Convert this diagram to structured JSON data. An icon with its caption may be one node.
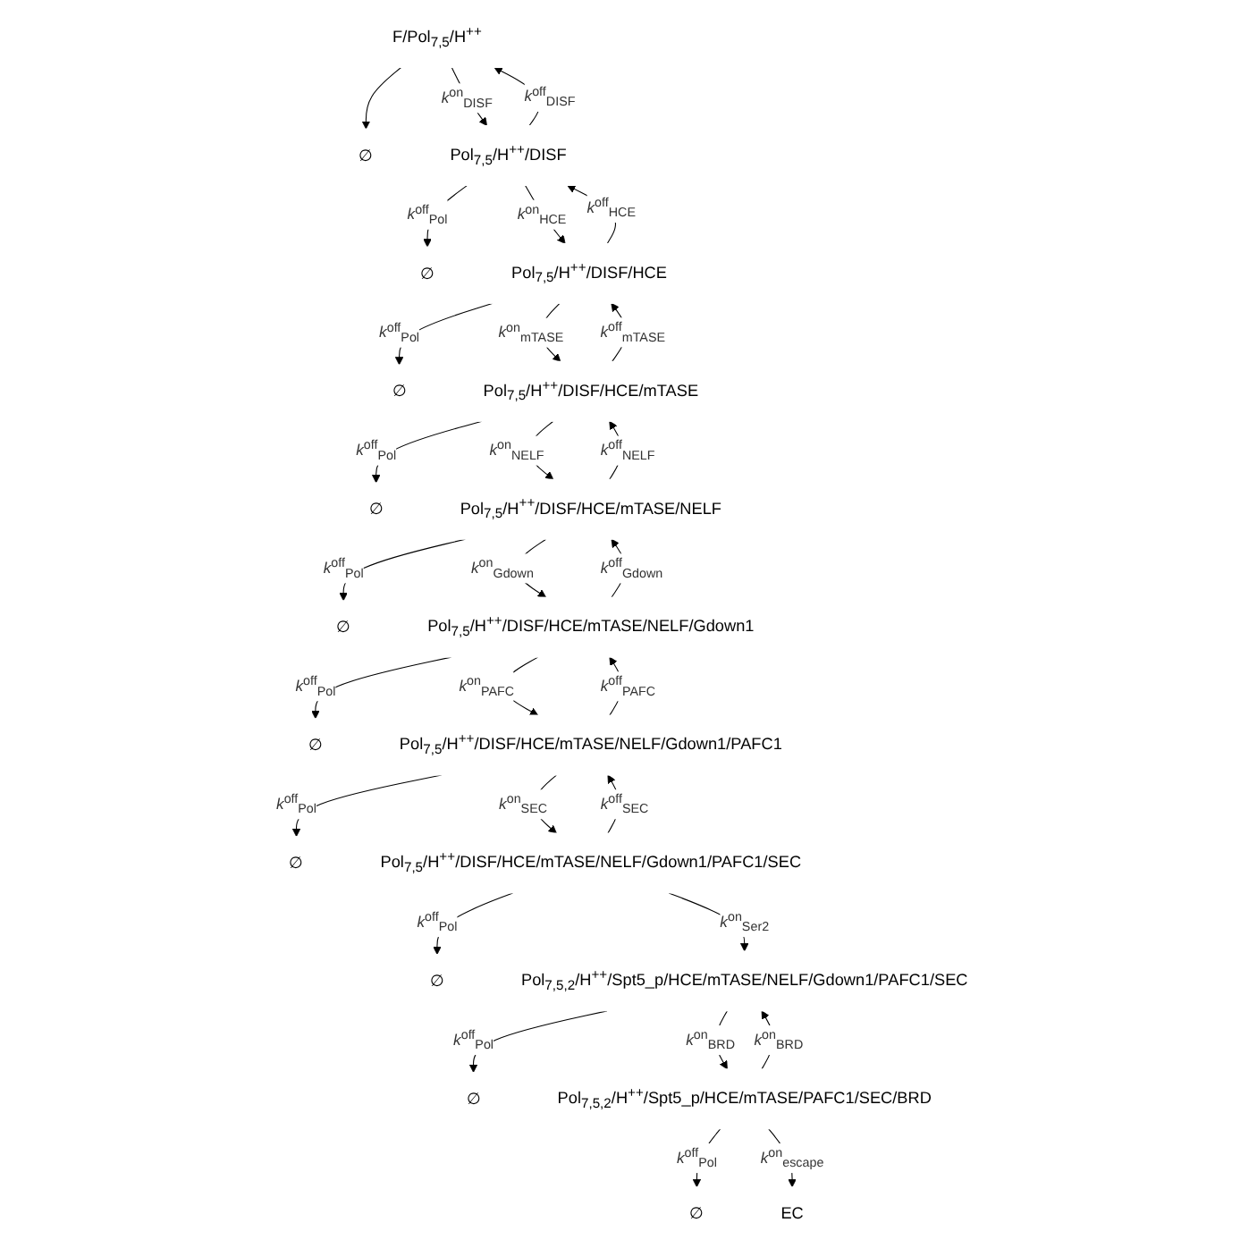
{
  "diagram": {
    "nodes": [
      {
        "text": [
          "∅"
        ]
      },
      {
        "text": [
          "F/Pol$_{7,5}$/H$^{++}$"
        ]
      },
      {
        "text": [
          "∅"
        ]
      },
      {
        "text": [
          "Pol$_{7,5}$/H$^{++}$/DISF"
        ]
      },
      {
        "text": [
          "∅"
        ]
      },
      {
        "text": [
          "Pol$_{7,5}$/H$^{++}$/DISF/HCE"
        ]
      },
      {
        "text": [
          "∅"
        ]
      },
      {
        "text": [
          "Pol$_{7,5}$/H$^{++}$/DISF/HCE/mTASE"
        ]
      },
      {
        "text": [
          "∅"
        ]
      },
      {
        "text": [
          "Pol$_{7,5}$/H$^{++}$/DISF/HCE/mTASE/NELF"
        ]
      },
      {
        "text": [
          "∅"
        ]
      },
      {
        "text": [
          "Pol$_{7,5}$/H$^{++}$/DISF/HCE/mTASE/NELF/Gdown1"
        ]
      },
      {
        "text": [
          "∅"
        ]
      },
      {
        "text": [
          "Pol$_{7,5}$/H$^{++}$/DISF/HCE/mTASE/NELF/Gdown1/PAFC1"
        ]
      },
      {
        "text": [
          "∅"
        ]
      },
      {
        "text": [
          "Pol$_{7,5}$/H$^{++}$/DISF/HCE/mTASE/NELF/Gdown1/PAFC1/SEC"
        ]
      },
      {
        "text": [
          "∅"
        ]
      },
      {
        "text": [
          "Pol$_{7,5,2}$/H$^{++}$/Spt5_p/HCE/mTASE/NELF/Gdown1/PAFC1/SEC"
        ]
      },
      {
        "text": [
          "∅"
        ]
      },
      {
        "text": [
          "Pol$_{7,5,2}$/H$^{++}$/Spt5_p/HCE/mTASE/PAFC1/SEC/BRD"
        ]
      },
      {
        "text": [
          "EC"
        ]
      }
    ],
    "edges": [
      {
        "from": 1,
        "to": 0,
        "arrow": "to"
      },
      {
        "from": 1,
        "to": 3,
        "arrow": "to",
        "label": "*k*$^{on}$$_{DISF}$"
      },
      {
        "from": 3,
        "to": 1,
        "arrow": "to",
        "label": "*k*$^{off}$$_{DISF}$"
      },
      {
        "from": 3,
        "to": 2,
        "arrow": "to",
        "label": "*k*$^{off}$$_{Pol}$"
      },
      {
        "from": 3,
        "to": 5,
        "arrow": "to",
        "label": "*k*$^{on}$$_{HCE}$"
      },
      {
        "from": 5,
        "to": 3,
        "arrow": "to",
        "label": "*k*$^{off}$$_{HCE}$"
      },
      {
        "from": 5,
        "to": 4,
        "arrow": "to",
        "label": "*k*$^{off}$$_{Pol}$"
      },
      {
        "from": 5,
        "to": 7,
        "arrow": "to",
        "label": "*k*$^{on}$$_{mTASE}$"
      },
      {
        "from": 7,
        "to": 5,
        "arrow": "to",
        "label": "*k*$^{off}$$_{mTASE}$"
      },
      {
        "from": 7,
        "to": 6,
        "arrow": "to",
        "label": "*k*$^{off}$$_{Pol}$"
      },
      {
        "from": 7,
        "to": 9,
        "arrow": "to",
        "label": "*k*$^{on}$$_{NELF}$"
      },
      {
        "from": 9,
        "to": 7,
        "arrow": "to",
        "label": "*k*$^{off}$$_{NELF}$"
      },
      {
        "from": 9,
        "to": 8,
        "arrow": "to",
        "label": "*k*$^{off}$$_{Pol}$"
      },
      {
        "from": 9,
        "to": 11,
        "arrow": "to",
        "label": "*k*$^{on}$$_{Gdown}$"
      },
      {
        "from": 11,
        "to": 9,
        "arrow": "to",
        "label": "*k*$^{off}$$_{Gdown}$"
      },
      {
        "from": 11,
        "to": 10,
        "arrow": "to",
        "label": "*k*$^{off}$$_{Pol}$"
      },
      {
        "from": 11,
        "to": 13,
        "arrow": "to",
        "label": "*k*$^{on}$$_{PAFC}$"
      },
      {
        "from": 13,
        "to": 11,
        "arrow": "to",
        "label": "*k*$^{off}$$_{PAFC}$"
      },
      {
        "from": 13,
        "to": 12,
        "arrow": "to",
        "label": "*k*$^{off}$$_{Pol}$"
      },
      {
        "from": 13,
        "to": 15,
        "arrow": "to",
        "label": "*k*$^{on}$$_{SEC}$"
      },
      {
        "from": 15,
        "to": 13,
        "arrow": "to",
        "label": "*k*$^{off}$$_{SEC}$"
      },
      {
        "from": 15,
        "to": 14,
        "arrow": "to",
        "label": "*k*$^{off}$$_{Pol}$"
      },
      {
        "from": 15,
        "to": 17,
        "arrow": "to",
        "label": "*k*$^{on}$$_{Ser2}$"
      },
      {
        "from": 17,
        "to": 16,
        "arrow": "to",
        "label": "*k*$^{off}$$_{Pol}$"
      },
      {
        "from": 17,
        "to": 19,
        "arrow": "to",
        "label": "*k*$^{on}$$_{BRD}$"
      },
      {
        "from": 19,
        "to": 17,
        "arrow": "to",
        "label": "*k*$^{on}$$_{BRD}$"
      },
      {
        "from": 19,
        "to": 18,
        "arrow": "to",
        "label": "*k*$^{off}$$_{Pol}$"
      },
      {
        "from": 19,
        "to": 20,
        "arrow": "to",
        "label": "*k*$^{on}$$_{escape}$"
      }
    ]
  }
}
